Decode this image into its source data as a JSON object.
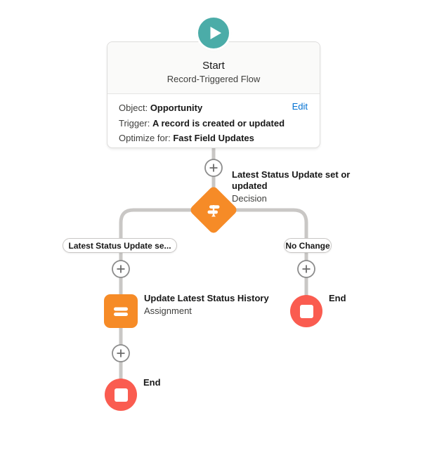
{
  "colors": {
    "start_teal": "#4BACA8",
    "element_orange": "#F68B27",
    "end_red": "#FA5C50",
    "connector_gray": "#C9C7C5",
    "link_blue": "#0070D2",
    "text_dark": "#181818",
    "text_secondary": "#3E3E3C"
  },
  "start_node": {
    "icon": "play-icon",
    "title": "Start",
    "subtitle": "Record-Triggered Flow",
    "edit_label": "Edit",
    "fields": [
      {
        "label": "Object:",
        "value": "Opportunity"
      },
      {
        "label": "Trigger:",
        "value": "A record is created or updated"
      },
      {
        "label": "Optimize for:",
        "value": "Fast Field Updates"
      }
    ]
  },
  "decision_node": {
    "icon": "signpost-icon",
    "title": "Latest Status Update set or updated",
    "type_label": "Decision"
  },
  "branch_labels": {
    "left": "Latest Status Update se...",
    "right": "No Change"
  },
  "assignment_node": {
    "icon": "equals-icon",
    "title": "Update Latest Status History",
    "type_label": "Assignment"
  },
  "end_nodes": {
    "right_label": "End",
    "left_label": "End"
  }
}
